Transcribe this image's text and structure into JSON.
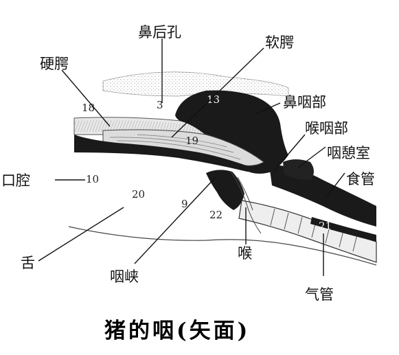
{
  "figure": {
    "title": "猪的咽(矢面)",
    "labels": {
      "nasal_choana": "鼻后孔",
      "hard_palate": "硬腭",
      "soft_palate": "软腭",
      "nasopharynx": "鼻咽部",
      "laryngopharynx": "喉咽部",
      "pharyngeal_diverticulum": "咽憩室",
      "esophagus": "食管",
      "oral_cavity": "口腔",
      "tongue": "舌",
      "larynx": "喉",
      "isthmus_faucium": "咽峡",
      "trachea": "气管"
    },
    "numbers": {
      "n3": "3",
      "n10": "10",
      "n13": "13",
      "n18": "18",
      "n19": "19",
      "n20": "20",
      "n9": "9",
      "n22": "22",
      "n21": "21"
    }
  }
}
